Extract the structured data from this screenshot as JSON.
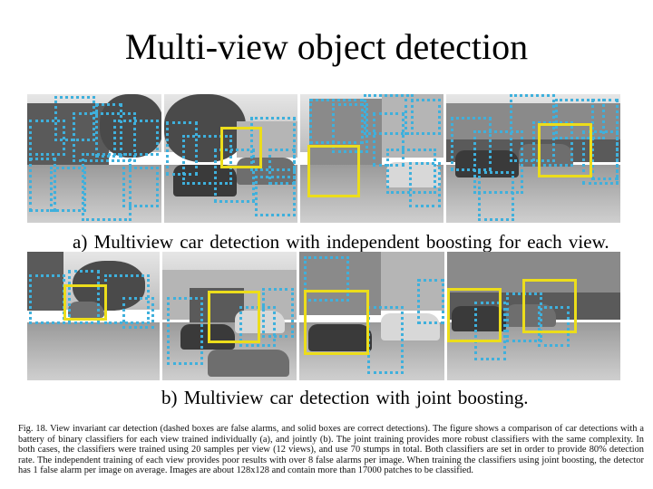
{
  "title": "Multi-view object detection",
  "captions": {
    "a": "a) Multiview car detection with independent boosting for each view.",
    "b": "b) Multiview car detection with joint boosting."
  },
  "figure_caption": "Fig. 18.  View invariant car detection (dashed boxes are false alarms, and solid boxes are correct detections). The figure shows a comparison of car detections with a battery of binary classifiers for each view trained individually (a), and jointly (b). The joint training provides more robust classifiers with the same complexity. In both cases, the classifiers were trained using 20 samples per view (12 views), and use 70 stumps in total. Both classifiers are set in order to provide 80% detection rate. The independent training of each view provides poor results with over 8 false alarms per image. When training the classifiers using joint boosting, the detector has 1 false alarm per image on average. Images are about 128x128 and contain more than 17000 patches to be classified.",
  "colors": {
    "false_alarm": "#3fb0dc",
    "correct_detection": "#ecdd1b"
  }
}
